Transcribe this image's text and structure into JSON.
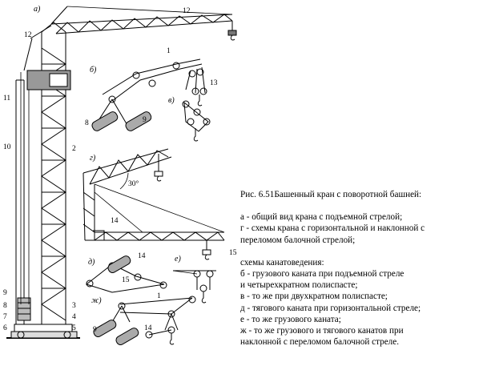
{
  "figure": {
    "panels": {
      "a": "а)",
      "b": "б)",
      "v": "в)",
      "g": "г)",
      "d": "д)",
      "e": "е)",
      "zh": "ж)"
    },
    "numbers": {
      "n1": "1",
      "n2": "2",
      "n3": "3",
      "n4": "4",
      "n5": "5",
      "n6": "6",
      "n7": "7",
      "n8": "8",
      "n9": "9",
      "n10": "10",
      "n11": "11",
      "n12a": "12",
      "n12b": "12",
      "n13": "13",
      "n14a": "14",
      "n14b": "14",
      "n14c": "14",
      "n15a": "15",
      "n15b": "15",
      "n8b": "8",
      "n9b": "9",
      "n9c": "9",
      "n1b": "1"
    },
    "angle": "30°"
  },
  "caption": {
    "title": "Рис. 6.51Башенный кран с поворотной башней:",
    "legend": [
      "а - общий вид крана с подъемной стрелой;",
      "г - схемы крана с горизонтальной и наклонной с",
      "переломом балочной стрелой;"
    ],
    "schemes": [
      "схемы канатоведения:",
      "б - грузового каната при подъемной стреле",
      "и четырехкратном полиспасте;",
      "в - то же при двухкратном полиспасте;",
      "д - тягового каната при горизонтальной стреле;",
      "е - то же грузового каната;",
      "ж - то же грузового и тягового канатов при",
      "наклонной с переломом балочной стреле."
    ]
  }
}
